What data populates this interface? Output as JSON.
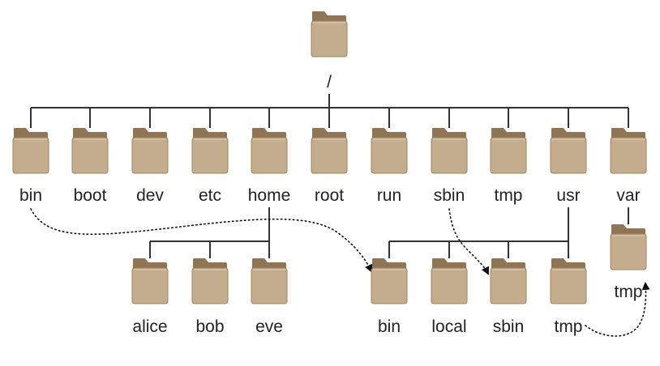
{
  "diagram": {
    "root": {
      "id": "root",
      "label": "/"
    },
    "top_level": [
      {
        "id": "bin",
        "label": "bin"
      },
      {
        "id": "boot",
        "label": "boot"
      },
      {
        "id": "dev",
        "label": "dev"
      },
      {
        "id": "etc",
        "label": "etc"
      },
      {
        "id": "home",
        "label": "home"
      },
      {
        "id": "root-dir",
        "label": "root"
      },
      {
        "id": "run",
        "label": "run"
      },
      {
        "id": "sbin",
        "label": "sbin"
      },
      {
        "id": "tmp",
        "label": "tmp"
      },
      {
        "id": "usr",
        "label": "usr"
      },
      {
        "id": "var",
        "label": "var"
      }
    ],
    "home_children": [
      {
        "id": "alice",
        "label": "alice"
      },
      {
        "id": "bob",
        "label": "bob"
      },
      {
        "id": "eve",
        "label": "eve"
      }
    ],
    "usr_children": [
      {
        "id": "usr-bin",
        "label": "bin"
      },
      {
        "id": "usr-local",
        "label": "local"
      },
      {
        "id": "usr-sbin",
        "label": "sbin"
      },
      {
        "id": "usr-tmp",
        "label": "tmp"
      }
    ],
    "var_children": [
      {
        "id": "var-tmp",
        "label": "tmp"
      }
    ],
    "symlinks": [
      {
        "from": "bin",
        "to": "usr-bin"
      },
      {
        "from": "sbin",
        "to": "usr-sbin"
      },
      {
        "from": "usr-tmp",
        "to": "var-tmp"
      }
    ],
    "colors": {
      "folder_body": "#c4ad8c",
      "folder_tab": "#8f7553",
      "folder_edge": "#9c8463",
      "line": "#333333"
    }
  }
}
